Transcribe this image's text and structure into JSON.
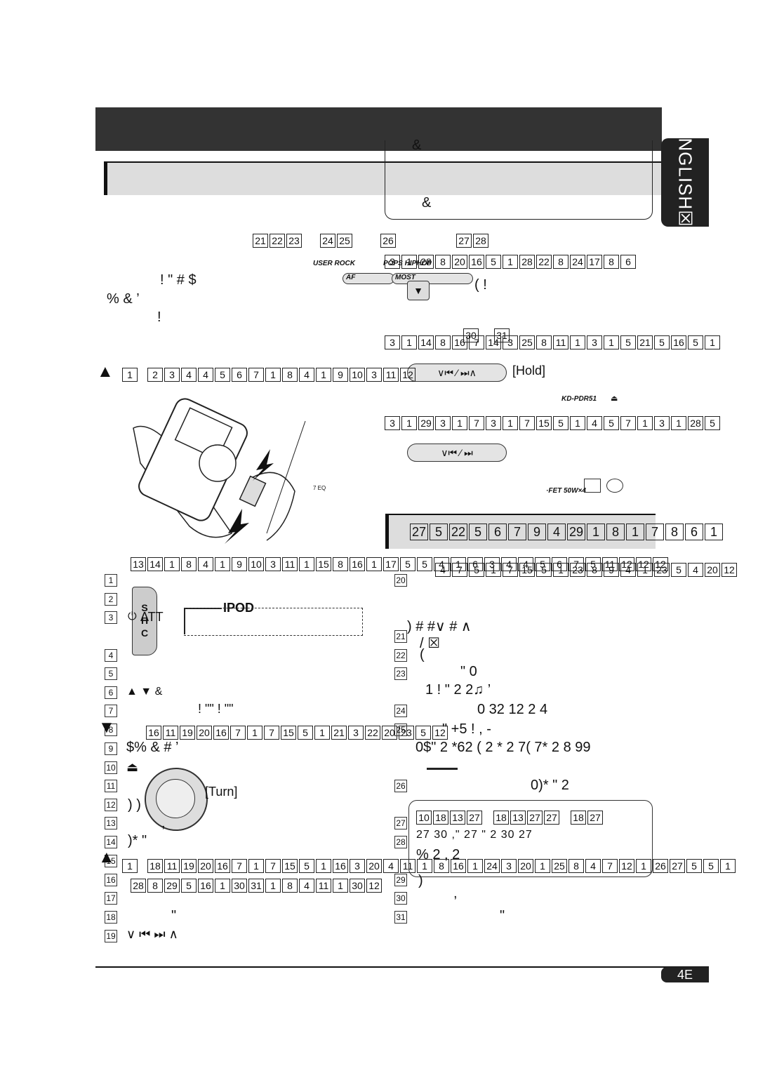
{
  "header": {
    "language_tab": "NGLISH☒"
  },
  "callout": {
    "line1": "&",
    "line2": "&"
  },
  "top_numbers": [
    "21",
    "22",
    "23",
    "24",
    "25",
    "26",
    "27",
    "28"
  ],
  "intro": {
    "line1": "!  \"        #        $",
    "line2": "%        &     ’",
    "line3": "!"
  },
  "eq_labels": {
    "user_rock": "USER ROCK",
    "pops_hiphop": "POPS HIPHOP",
    "af": "AF",
    "most": "MOST"
  },
  "right_top": {
    "row1": [
      "3",
      "1",
      "28",
      "8",
      "20",
      "16",
      "5",
      "1",
      "28",
      "22",
      "8",
      "24",
      "17",
      "8",
      "6"
    ],
    "note1": "(                !",
    "sup": [
      "30",
      "31"
    ],
    "row2": [
      "3",
      "1",
      "14",
      "8",
      "16",
      "7",
      "14",
      "3",
      "25",
      "8",
      "11",
      "1",
      "3",
      "1",
      "5",
      "21",
      "5",
      "16",
      "5",
      "1"
    ],
    "hold_label": "[Hold]",
    "model": "KD-PDR51",
    "eject": "⏏",
    "row3": [
      "3",
      "1",
      "29",
      "3",
      "1",
      "7",
      "3",
      "1",
      "7",
      "15",
      "5",
      "1",
      "4",
      "5",
      "7",
      "1",
      "3",
      "1",
      "28",
      "5"
    ],
    "fet": "·FET  50W×4",
    "eq_small": "7  EQ"
  },
  "warning_row": [
    "1",
    "2",
    "3",
    "4",
    "4",
    "5",
    "6",
    "7",
    "1",
    "8",
    "4",
    "1",
    "9",
    "10",
    "3",
    "11",
    "12"
  ],
  "section": {
    "heading": [
      "27",
      "5",
      "22",
      "5",
      "6",
      "7",
      "9",
      "4",
      "29",
      "1",
      "8",
      "1",
      "7",
      "8",
      "6",
      "1"
    ]
  },
  "mid_row": [
    "13",
    "14",
    "1",
    "8",
    "4",
    "1",
    "9",
    "10",
    "3",
    "11",
    "1",
    "15",
    "8",
    "16",
    "1",
    "17",
    "5",
    "5",
    "4",
    "1",
    "6",
    "3",
    "4",
    "4",
    "5",
    "6",
    "7",
    "5",
    "11",
    "12",
    "12",
    "12"
  ],
  "mid_row_right": [
    "4",
    "7",
    "5",
    "1",
    "7",
    "15",
    "5",
    "1",
    "23",
    "8",
    "9",
    "4",
    "1",
    "23",
    "5",
    "4",
    "20",
    "12"
  ],
  "left_list": {
    "numbers": [
      "1",
      "2",
      "3",
      "4",
      "5",
      "6",
      "7",
      "8",
      "9",
      "10",
      "11",
      "12",
      "13",
      "14",
      "15",
      "16",
      "17",
      "18",
      "19"
    ],
    "item3": "ATT",
    "item6": "▲        ▼     &",
    "item7": "!  \"\"      !  \"\"",
    "item9": "$%     &                  #  ’",
    "item12": ") )",
    "item13": ",",
    "item14": ")*    \"",
    "item18": "\"",
    "item19": "∨ ⏮ ⏭ ∧",
    "ipod": "IPOD",
    "shc": "S H C",
    "turn": "[Turn]"
  },
  "bottom_left_row": [
    "1",
    "18",
    "11",
    "19",
    "20",
    "16",
    "7",
    "1",
    "7",
    "15",
    "5",
    "1",
    "16",
    "3",
    "20",
    "4",
    "11",
    "1",
    "8",
    "16",
    "1",
    "24",
    "3",
    "20",
    "1",
    "25",
    "8",
    "4",
    "7",
    "12",
    "1",
    "26",
    "27",
    "5",
    "5",
    "1"
  ],
  "row_16": [
    "28",
    "8",
    "29",
    "5",
    "16",
    "1",
    "30",
    "31",
    "1",
    "8",
    "4",
    "11",
    "1",
    "30",
    "12"
  ],
  "row_8": [
    "16",
    "11",
    "19",
    "20",
    "16",
    "7",
    "1",
    "7",
    "15",
    "5",
    "1",
    "21",
    "3",
    "22",
    "20",
    "23",
    "5",
    "12"
  ],
  "right_list": {
    "numbers": [
      "20",
      "21",
      "22",
      "23",
      "24",
      "25",
      "26",
      "27",
      "28",
      "29",
      "30",
      "31"
    ],
    "line_a": ")          #  #∨      #     ∧",
    "line_b": "/                        ☒",
    "line_c": "(",
    "line_d": "\"                 0",
    "line_e": "1     !     \"       2          2♫      ’",
    "line_f": "0 32    12    2    4",
    "line_g": "\"         +5          !       ,      -",
    "line_h": "0$\"  2   *62         (  2    *   2 7(  7*  2 8 99",
    "line_i": "0)*    \"         2",
    "line_j": ")",
    "line_k": ",",
    "line_l": "\""
  },
  "caption_box": {
    "row1": [
      "10",
      "18",
      "13",
      "27",
      "18",
      "13",
      "27",
      "27",
      "18",
      "27"
    ],
    "row2": "27 30 ,\"   27   \"      2  30 27",
    "row3": "%             2      ,  2"
  },
  "page_number": "4E"
}
